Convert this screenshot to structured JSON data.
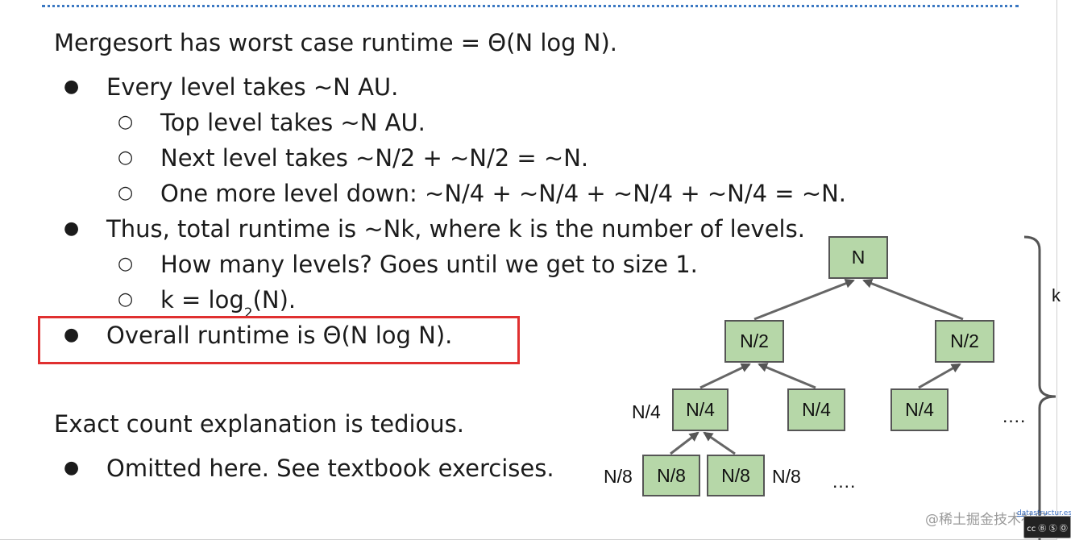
{
  "slide": {
    "heading": "Mergesort has worst case runtime =  Θ(N log N).",
    "bullets": [
      {
        "text": "Every level takes ~N AU.",
        "subs": [
          "Top level takes ~N AU.",
          "Next level takes ~N/2 + ~N/2 = ~N.",
          "One more level down: ~N/4 + ~N/4 + ~N/4 + ~N/4 = ~N."
        ]
      },
      {
        "text": "Thus, total runtime is ~Nk, where k is the number of levels.",
        "subs_pre": "How many levels? Goes until we get to size 1.",
        "log_prefix": "k = log",
        "log_sub": "2",
        "log_suffix": "(N)."
      },
      {
        "text": "Overall runtime is Θ(N log N)."
      }
    ],
    "heading2": "Exact count explanation is tedious.",
    "bullets2": [
      {
        "text": "Omitted here. See textbook exercises."
      }
    ],
    "bullet_glyph": "●",
    "sub_glyph": "○"
  },
  "tree": {
    "root": "N",
    "level1": [
      "N/2",
      "N/2"
    ],
    "level2": [
      "N/4",
      "N/4",
      "N/4"
    ],
    "level2_side_label": "N/4",
    "level3": [
      "N/8",
      "N/8"
    ],
    "level3_left_label": "N/8",
    "level3_right_label": "N/8",
    "ellipsis_l2": "….",
    "ellipsis_l3": "….",
    "k_label": "k"
  },
  "footer": {
    "watermark": "@稀土掘金技术社区",
    "cc_link": "datastructur.es",
    "cc_badge": "cc Ⓑ Ⓢ Ⓞ"
  }
}
